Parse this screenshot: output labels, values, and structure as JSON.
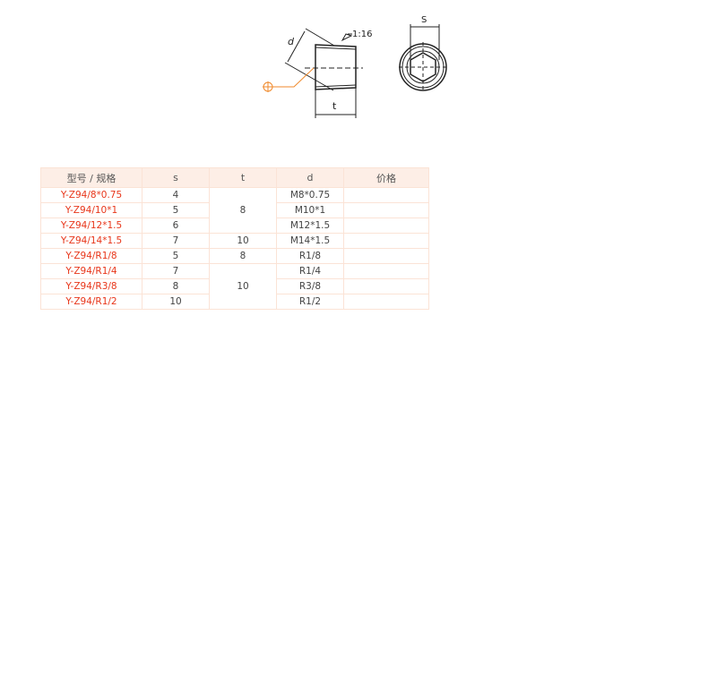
{
  "drawing": {
    "label_d": "d",
    "label_taper": "1:16",
    "label_t": "t",
    "label_s": "S",
    "accent": "#f08a2c"
  },
  "table": {
    "headers": [
      "型号 / 规格",
      "s",
      "t",
      "d",
      "价格"
    ],
    "rows": [
      {
        "model": "Y-Z94/8*0.75",
        "s": "4",
        "t": "8",
        "d": "M8*0.75",
        "price": ""
      },
      {
        "model": "Y-Z94/10*1",
        "s": "5",
        "t": "",
        "d": "M10*1",
        "price": ""
      },
      {
        "model": "Y-Z94/12*1.5",
        "s": "6",
        "t": "",
        "d": "M12*1.5",
        "price": ""
      },
      {
        "model": "Y-Z94/14*1.5",
        "s": "7",
        "t": "10",
        "d": "M14*1.5",
        "price": ""
      },
      {
        "model": "Y-Z94/R1/8",
        "s": "5",
        "t": "8",
        "d": "R1/8",
        "price": ""
      },
      {
        "model": "Y-Z94/R1/4",
        "s": "7",
        "t": "10",
        "d": "R1/4",
        "price": ""
      },
      {
        "model": "Y-Z94/R3/8",
        "s": "8",
        "t": "",
        "d": "R3/8",
        "price": ""
      },
      {
        "model": "Y-Z94/R1/2",
        "s": "10",
        "t": "",
        "d": "R1/2",
        "price": ""
      }
    ]
  }
}
